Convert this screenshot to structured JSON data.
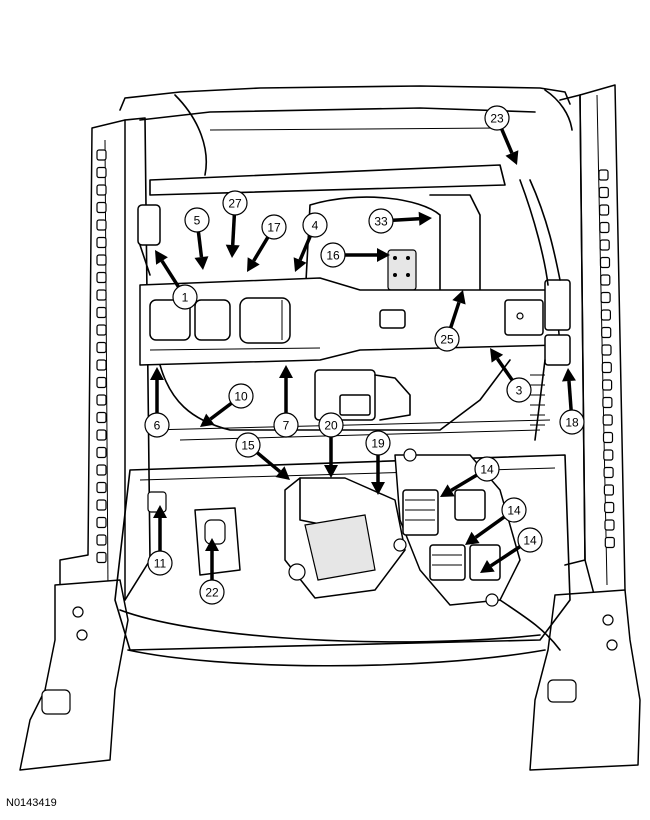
{
  "figure_id": "N0143419",
  "callouts": [
    {
      "label": "1"
    },
    {
      "label": "3"
    },
    {
      "label": "4"
    },
    {
      "label": "5"
    },
    {
      "label": "6"
    },
    {
      "label": "7"
    },
    {
      "label": "10"
    },
    {
      "label": "11"
    },
    {
      "label": "14"
    },
    {
      "label": "14"
    },
    {
      "label": "14"
    },
    {
      "label": "15"
    },
    {
      "label": "16"
    },
    {
      "label": "17"
    },
    {
      "label": "18"
    },
    {
      "label": "19"
    },
    {
      "label": "20"
    },
    {
      "label": "22"
    },
    {
      "label": "23"
    },
    {
      "label": "25"
    },
    {
      "label": "27"
    },
    {
      "label": "33"
    }
  ]
}
